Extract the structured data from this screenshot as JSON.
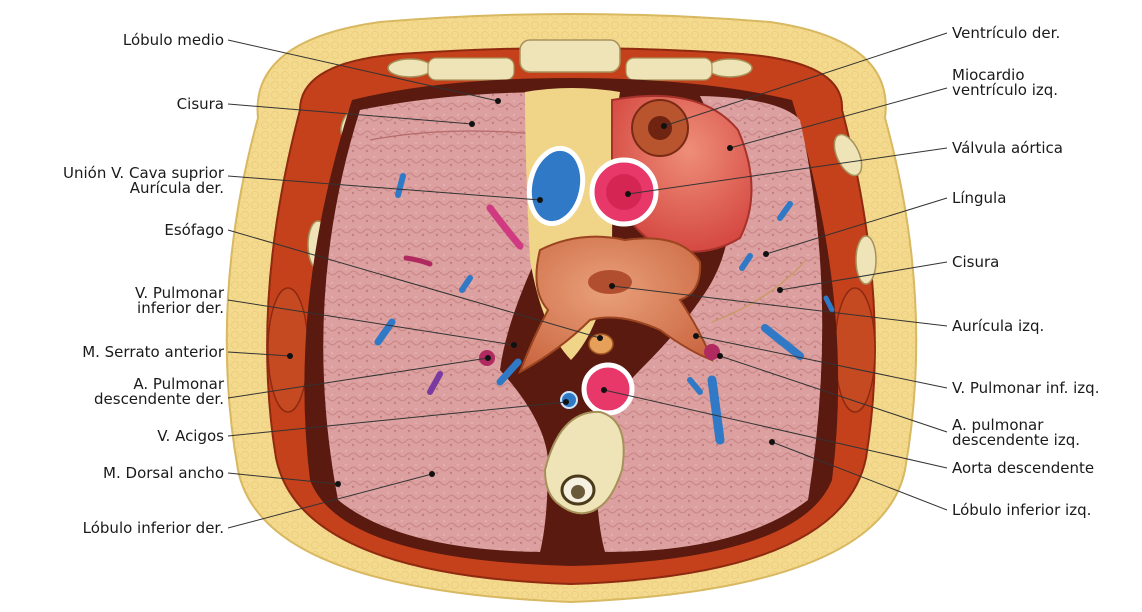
{
  "figure": {
    "colors": {
      "fat": "#f3d98a",
      "muscle": "#c4411c",
      "lung": "#d99a9a",
      "heart": "#d8504a",
      "bone": "#efe4b8",
      "vein": "#2f79c6",
      "aorta": "#e8386a",
      "atrium": "#d2794f"
    }
  },
  "labels_left": {
    "lobulo_medio": "Lóbulo medio",
    "cisura": "Cisura",
    "union_cava_1": "Unión V. Cava suprior",
    "union_cava_2": "Aurícula der.",
    "esofago": "Esófago",
    "v_pulmonar_der_1": "V. Pulmonar",
    "v_pulmonar_der_2": "inferior der.",
    "serrato": "M. Serrato anterior",
    "a_pulmonar_der_1": "A. Pulmonar",
    "a_pulmonar_der_2": "descendente der.",
    "acigos": "V. Acigos",
    "dorsal": "M. Dorsal ancho",
    "lobulo_inf_der": "Lóbulo inferior der."
  },
  "labels_right": {
    "ventriculo_der": "Ventrículo der.",
    "miocardio_1": "Miocardio",
    "miocardio_2": "ventrículo izq.",
    "valvula_aortica": "Válvula aórtica",
    "lingula": "Língula",
    "cisura": "Cisura",
    "auricula_izq": "Aurícula izq.",
    "v_pulmonar_izq": "V. Pulmonar inf. izq.",
    "a_pulmonar_izq_1": "A. pulmonar",
    "a_pulmonar_izq_2": "descendente izq.",
    "aorta_desc": "Aorta descendente",
    "lobulo_inf_izq": "Lóbulo inferior izq."
  }
}
